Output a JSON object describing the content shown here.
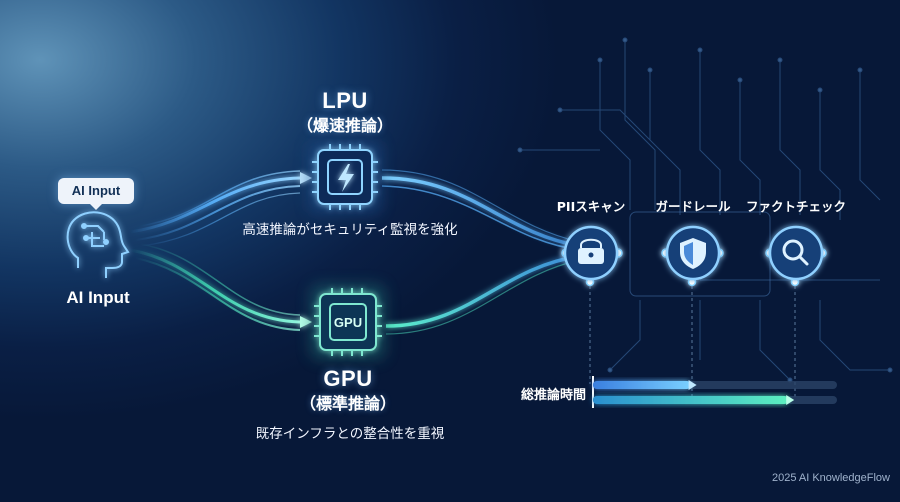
{
  "input": {
    "bubble_label": "AI Input",
    "label": "AI Input",
    "icon": "head-circuit-icon"
  },
  "lpu": {
    "title": "LPU",
    "subtitle": "（爆速推論）",
    "description": "高速推論がセキュリティ監視を強化",
    "icon": "lightning-chip-icon",
    "color": "#4aa8ff"
  },
  "gpu": {
    "title": "GPU",
    "subtitle": "（標準推論）",
    "description": "既存インフラとの整合性を重視",
    "chip_text": "GPU",
    "icon": "gpu-chip-icon",
    "color": "#3fe0c0"
  },
  "guardrails": [
    {
      "label": "PIIスキャン",
      "icon": "lock-shield-icon"
    },
    {
      "label": "ガードレール",
      "icon": "shield-check-icon"
    },
    {
      "label": "ファクトチェック",
      "icon": "magnifier-icon"
    }
  ],
  "timeline": {
    "label": "総推論時間",
    "lpu_progress": 0.4,
    "gpu_progress": 0.8
  },
  "footer": {
    "credit": "2025 AI KnowledgeFlow"
  }
}
